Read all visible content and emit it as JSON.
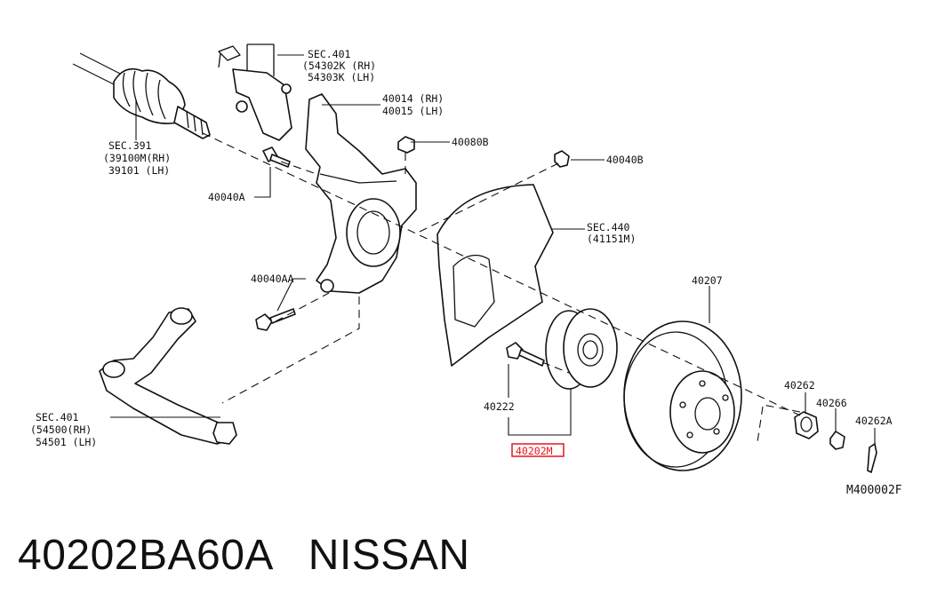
{
  "labels": {
    "sec401_top": "SEC.401",
    "sec401_top_rh": "(54302K (RH)",
    "sec401_top_lh": "54303K (LH)",
    "knuckle_rh": "40014 (RH)",
    "knuckle_lh": "40015 (LH)",
    "nut_40080b": "40080B",
    "nut_40040b": "40040B",
    "sec391": "SEC.391",
    "sec391_rh": "(39100M(RH)",
    "sec391_lh": "39101  (LH)",
    "bolt_40040a": "40040A",
    "sec440": "SEC.440",
    "sec440_code": "(41151M)",
    "bolt_40040aa": "40040AA",
    "rotor_40207": "40207",
    "sec401_low": "SEC.401",
    "sec401_low_rh": "(54500(RH)",
    "sec401_low_lh": "54501 (LH)",
    "bolt_40222": "40222",
    "hub_40202m": "40202M",
    "nut_40262": "40262",
    "washer_40266": "40266",
    "pin_40262a": "40262A",
    "figure_code": "M400002F"
  },
  "caption": {
    "part_number": "40202BA60A",
    "brand": "NISSAN"
  },
  "highlight_color": "#e8141c"
}
